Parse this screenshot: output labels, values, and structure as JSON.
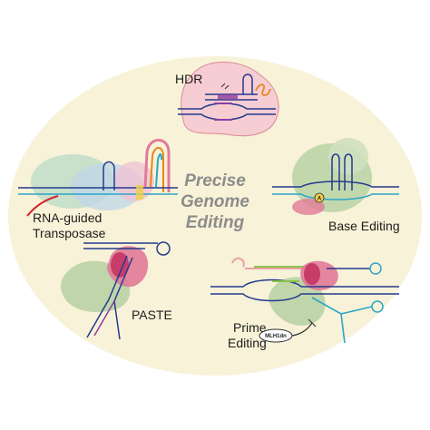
{
  "figure": {
    "center_title": [
      "Precise",
      "Genome",
      "Editing"
    ],
    "labels": {
      "hdr": "HDR",
      "rna_guided": [
        "RNA-guided",
        "Transposase"
      ],
      "base_editing": "Base Editing",
      "paste": "PASTE",
      "prime": [
        "Prime",
        "Editing"
      ]
    },
    "mlh1_badge": "MLH1dn",
    "base_marker": "A"
  },
  "colors": {
    "background_ellipse": "#f8f2d8",
    "hdr_blob": "#f6cdd3",
    "dna_blue": "#233a8e",
    "dna_purple": "#8a3fa0",
    "dna_cyan": "#2aa6c8",
    "protein_green": "#b9d3a5",
    "protein_pink": "#e07a98",
    "protein_magenta": "#c2305f",
    "guide_red": "#d8232a",
    "title_gray": "#8c8c8c"
  }
}
